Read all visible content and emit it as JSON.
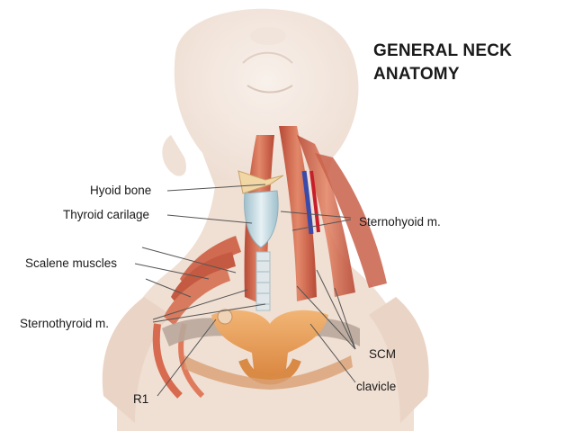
{
  "title": {
    "line1": "GENERAL NECK",
    "line2": "ANATOMY"
  },
  "labels": {
    "hyoid_bone": "Hyoid bone",
    "thyroid_cartilage": "Thyroid carilage",
    "scalene_muscles": "Scalene muscles",
    "sternothyroid": "Sternothyroid m.",
    "r1": "R1",
    "sternohyoid": "Sternohyoid m.",
    "scm": "SCM",
    "clavicle": "clavicle"
  },
  "colors": {
    "skin": "#f0dfd2",
    "muscle": "#c8563f",
    "muscle_light": "#e08a6e",
    "bone": "#e7a05c",
    "cartilage": "#cfe0e6",
    "vein": "#3a4aa8",
    "artery": "#c81e2a",
    "leader": "#555555"
  }
}
